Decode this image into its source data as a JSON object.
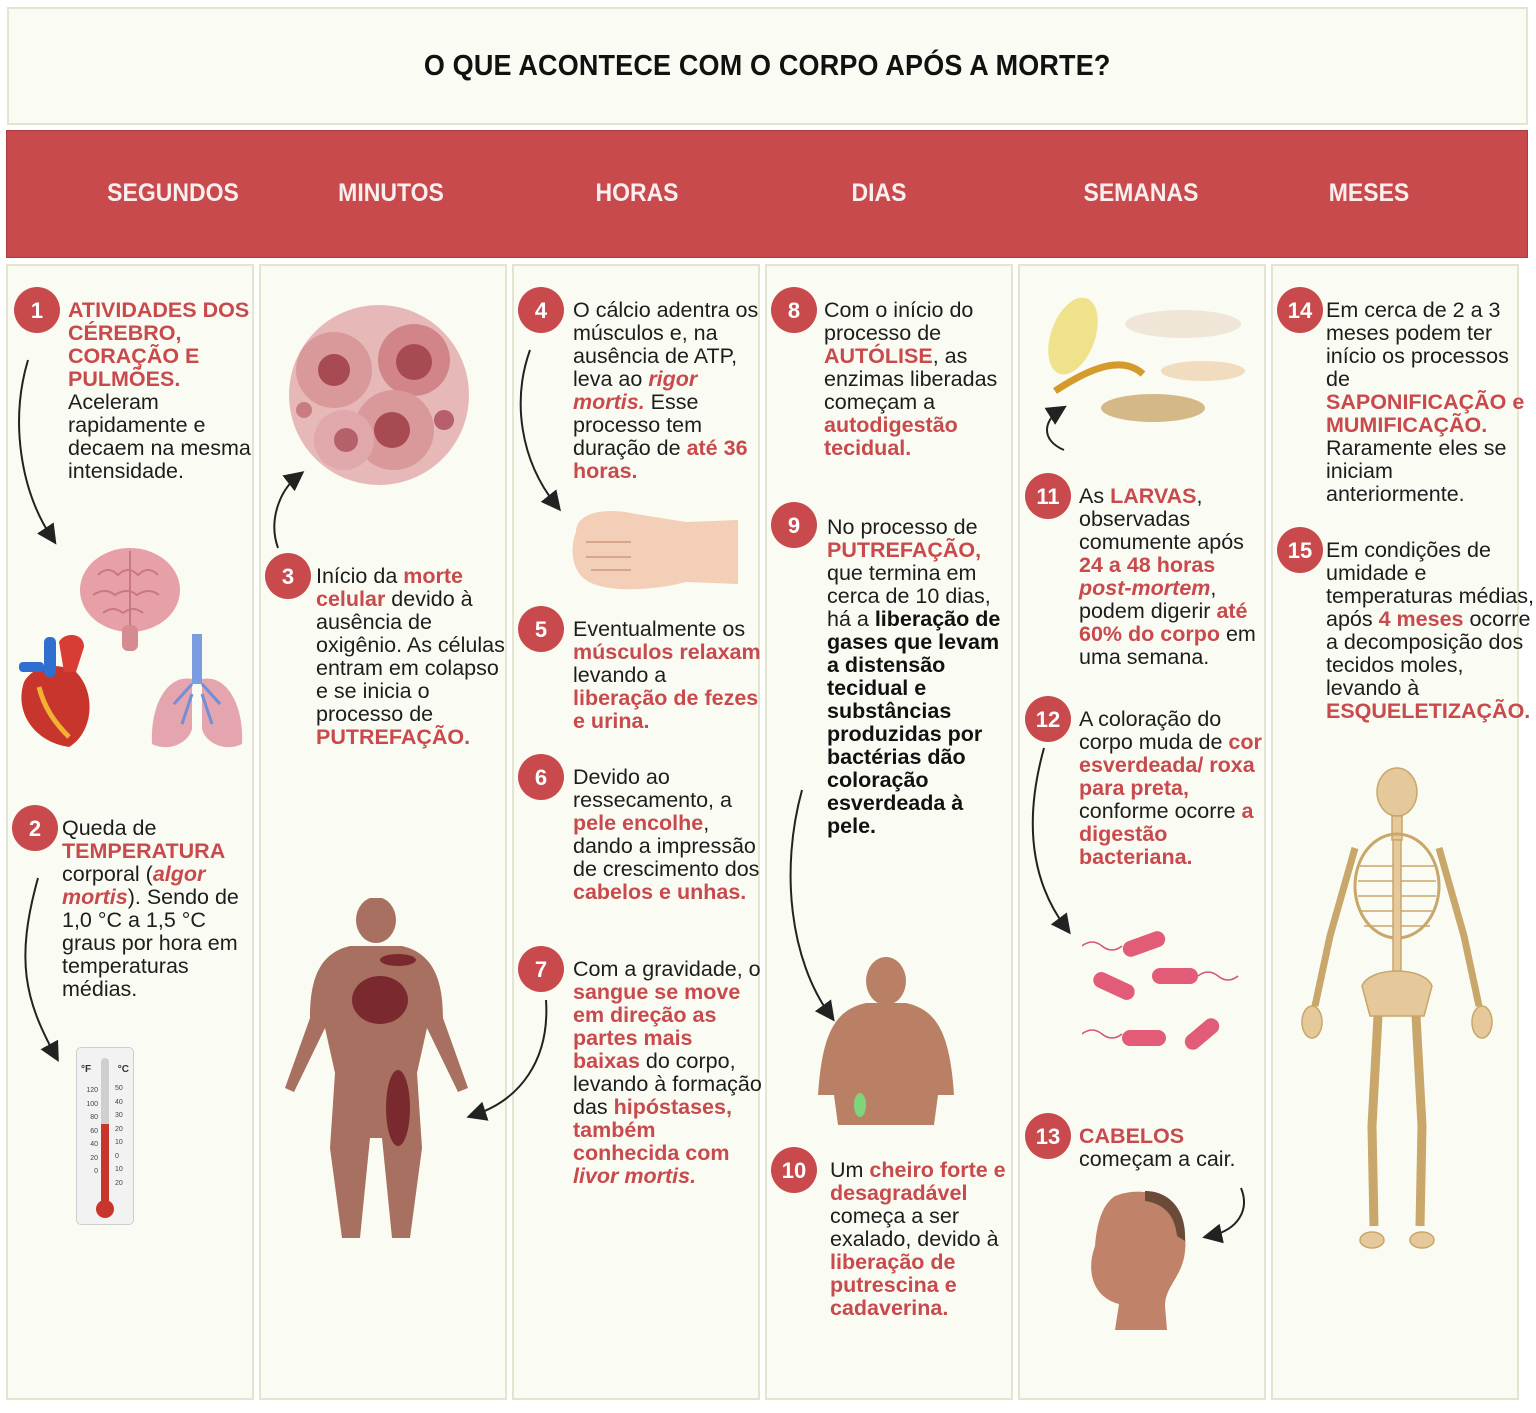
{
  "title": "O QUE ACONTECE COM O CORPO APÓS A MORTE?",
  "colors": {
    "accent": "#c84a4d",
    "panel_bg": "#fafbf2",
    "panel_border": "#e3e6cf",
    "text": "#1d1d1d"
  },
  "timeline": [
    {
      "label": "SEGUNDOS"
    },
    {
      "label": "MINUTOS"
    },
    {
      "label": "HORAS"
    },
    {
      "label": "DIAS"
    },
    {
      "label": "SEMANAS"
    },
    {
      "label": "MESES"
    }
  ],
  "steps": [
    {
      "number": "1",
      "segments": [
        {
          "t": "ATIVIDADES DOS CÉREBRO, CORAÇÃO E PULMÕES.",
          "s": "r"
        },
        {
          "t": " Aceleram rapidamente e decaem na mesma intensidade.",
          "s": "n"
        }
      ]
    },
    {
      "number": "2",
      "segments": [
        {
          "t": "Queda de ",
          "s": "n"
        },
        {
          "t": "TEMPERATURA",
          "s": "r"
        },
        {
          "t": " corporal (",
          "s": "n"
        },
        {
          "t": "algor mortis",
          "s": "ri"
        },
        {
          "t": "). Sendo de 1,0 °C a 1,5 °C graus por hora em temperaturas médias.",
          "s": "n"
        }
      ]
    },
    {
      "number": "3",
      "segments": [
        {
          "t": "Início da ",
          "s": "n"
        },
        {
          "t": "morte celular",
          "s": "r"
        },
        {
          "t": " devido à ausência de oxigênio. As células entram em colapso e se inicia o processo de ",
          "s": "n"
        },
        {
          "t": "PUTREFAÇÃO.",
          "s": "r"
        }
      ]
    },
    {
      "number": "4",
      "segments": [
        {
          "t": "O cálcio adentra os músculos e, na ausência de ATP, leva ao ",
          "s": "n"
        },
        {
          "t": "rigor mortis.",
          "s": "ri"
        },
        {
          "t": " Esse processo tem duração de ",
          "s": "n"
        },
        {
          "t": "até 36 horas.",
          "s": "r"
        }
      ]
    },
    {
      "number": "5",
      "segments": [
        {
          "t": "Eventualmente os ",
          "s": "n"
        },
        {
          "t": "músculos relaxam",
          "s": "r"
        },
        {
          "t": " levando a ",
          "s": "n"
        },
        {
          "t": "liberação de fezes e urina.",
          "s": "r"
        }
      ]
    },
    {
      "number": "6",
      "segments": [
        {
          "t": "Devido ao ressecamento, a ",
          "s": "n"
        },
        {
          "t": "pele encolhe",
          "s": "r"
        },
        {
          "t": ", dando a impressão de crescimento dos ",
          "s": "n"
        },
        {
          "t": "cabelos e unhas.",
          "s": "r"
        }
      ]
    },
    {
      "number": "7",
      "segments": [
        {
          "t": "Com a gravidade, o ",
          "s": "n"
        },
        {
          "t": "sangue se move em direção as partes mais baixas",
          "s": "r"
        },
        {
          "t": " do corpo, levando à formação das ",
          "s": "n"
        },
        {
          "t": "hipóstases, também conhecida com ",
          "s": "r"
        },
        {
          "t": "livor mortis.",
          "s": "ri"
        }
      ]
    },
    {
      "number": "8",
      "segments": [
        {
          "t": "Com o início do processo de ",
          "s": "n"
        },
        {
          "t": "AUTÓLISE",
          "s": "r"
        },
        {
          "t": ", as enzimas liberadas começam a ",
          "s": "n"
        },
        {
          "t": "autodigestão tecidual.",
          "s": "r"
        }
      ]
    },
    {
      "number": "9",
      "segments": [
        {
          "t": "No processo de ",
          "s": "n"
        },
        {
          "t": "PUTREFAÇÃO,",
          "s": "r"
        },
        {
          "t": " que termina em cerca de 10 dias, há a ",
          "s": "n"
        },
        {
          "t": "liberação de gases que levam a distensão tecidual e substâncias produzidas por bactérias dão coloração esverdeada à pele.",
          "s": "b"
        }
      ]
    },
    {
      "number": "10",
      "segments": [
        {
          "t": "Um ",
          "s": "n"
        },
        {
          "t": "cheiro forte e desagradável",
          "s": "r"
        },
        {
          "t": " começa a ser exalado, devido à ",
          "s": "n"
        },
        {
          "t": "liberação de putrescina e cadaverina.",
          "s": "r"
        }
      ]
    },
    {
      "number": "11",
      "segments": [
        {
          "t": "As ",
          "s": "n"
        },
        {
          "t": "LARVAS",
          "s": "r"
        },
        {
          "t": ", observadas comumente após ",
          "s": "n"
        },
        {
          "t": "24 a 48 horas ",
          "s": "r"
        },
        {
          "t": "post-mortem",
          "s": "ri"
        },
        {
          "t": ", podem digerir ",
          "s": "n"
        },
        {
          "t": "até 60% do corpo",
          "s": "r"
        },
        {
          "t": " em uma semana.",
          "s": "n"
        }
      ]
    },
    {
      "number": "12",
      "segments": [
        {
          "t": "A coloração do corpo muda de ",
          "s": "n"
        },
        {
          "t": "cor esverdeada/ roxa para preta,",
          "s": "r"
        },
        {
          "t": " conforme ocorre ",
          "s": "n"
        },
        {
          "t": "a digestão bacteriana.",
          "s": "r"
        }
      ]
    },
    {
      "number": "13",
      "segments": [
        {
          "t": "CABELOS",
          "s": "r"
        },
        {
          "t": " começam a cair.",
          "s": "n"
        }
      ]
    },
    {
      "number": "14",
      "segments": [
        {
          "t": "Em cerca de 2 a 3 meses podem ter início os processos de ",
          "s": "n"
        },
        {
          "t": "SAPONIFICAÇÃO e MUMIFICAÇÃO.",
          "s": "r"
        },
        {
          "t": " Raramente eles se iniciam anteriormente.",
          "s": "n"
        }
      ]
    },
    {
      "number": "15",
      "segments": [
        {
          "t": "Em condições de umidade e temperaturas médias, após ",
          "s": "n"
        },
        {
          "t": "4 meses",
          "s": "r"
        },
        {
          "t": " ocorre a decomposição dos tecidos moles, levando à ",
          "s": "n"
        },
        {
          "t": "ESQUELETIZAÇÃO.",
          "s": "r"
        }
      ]
    }
  ],
  "thermometer": {
    "f_unit": "°F",
    "c_unit": "°C",
    "f_ticks": [
      "120",
      "100",
      "80",
      "60",
      "40",
      "20",
      "0"
    ],
    "c_ticks": [
      "50",
      "40",
      "30",
      "20",
      "10",
      "0",
      "10",
      "20"
    ]
  },
  "illustrations": [
    "brain",
    "heart",
    "lungs",
    "thermometer",
    "cell-cluster",
    "human-back-livor",
    "fist",
    "torso-green-spot",
    "larvae",
    "bacteria",
    "balding-head",
    "skeleton"
  ]
}
